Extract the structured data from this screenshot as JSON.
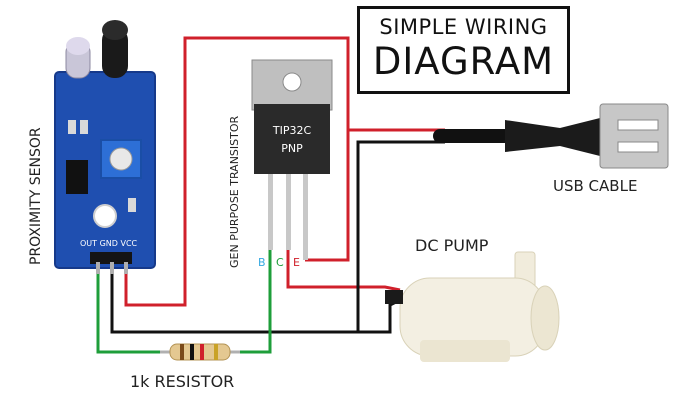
{
  "title": {
    "line1": "SIMPLE WIRING",
    "line2": "DIAGRAM"
  },
  "components": {
    "proximity_sensor": {
      "label": "PROXIMITY SENSOR",
      "pins": "OUT GND VCC"
    },
    "transistor": {
      "label": "GEN PURPOSE TRANSISTOR",
      "model": "TIP32C",
      "type": "PNP",
      "pin_b": "B",
      "pin_c": "C",
      "pin_e": "E"
    },
    "usb_cable": {
      "label": "USB CABLE"
    },
    "dc_pump": {
      "label": "DC PUMP"
    },
    "resistor": {
      "label": "1k RESISTOR"
    }
  },
  "colors": {
    "wire_red": "#d0202b",
    "wire_black": "#111111",
    "wire_green": "#1e9e3a",
    "pcb_blue": "#1f4fb0",
    "pin_b_color": "#36a9e1",
    "pin_c_color": "#1e9e3a",
    "pin_e_color": "#d0202b"
  }
}
